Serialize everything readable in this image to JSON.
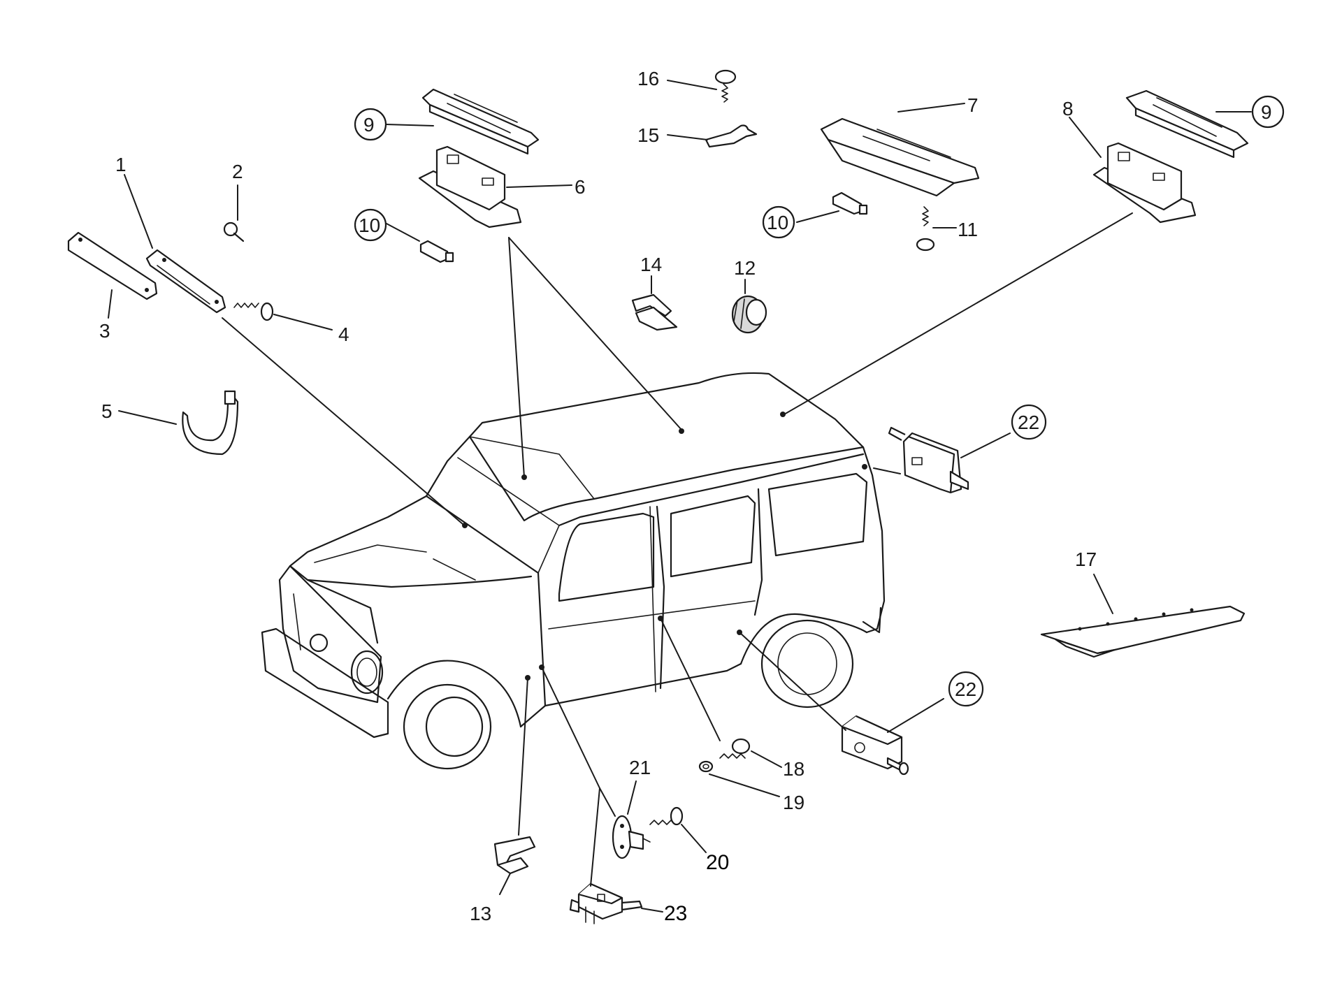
{
  "colors": {
    "line": "#1a1a1a",
    "background": "#ffffff",
    "fill_grey": "#d9d9d9"
  },
  "labels": {
    "p1": "1",
    "p2": "2",
    "p3": "3",
    "p4": "4",
    "p5": "5",
    "p6": "6",
    "p7": "7",
    "p8": "8",
    "p9a": "9",
    "p9b": "9",
    "p10a": "10",
    "p10b": "10",
    "p11": "11",
    "p12": "12",
    "p13": "13",
    "p14": "14",
    "p15": "15",
    "p16": "16",
    "p17": "17",
    "p18": "18",
    "p19": "19",
    "p20": "20",
    "p21": "21",
    "p22a": "22",
    "p22b": "22",
    "p23": "23"
  }
}
